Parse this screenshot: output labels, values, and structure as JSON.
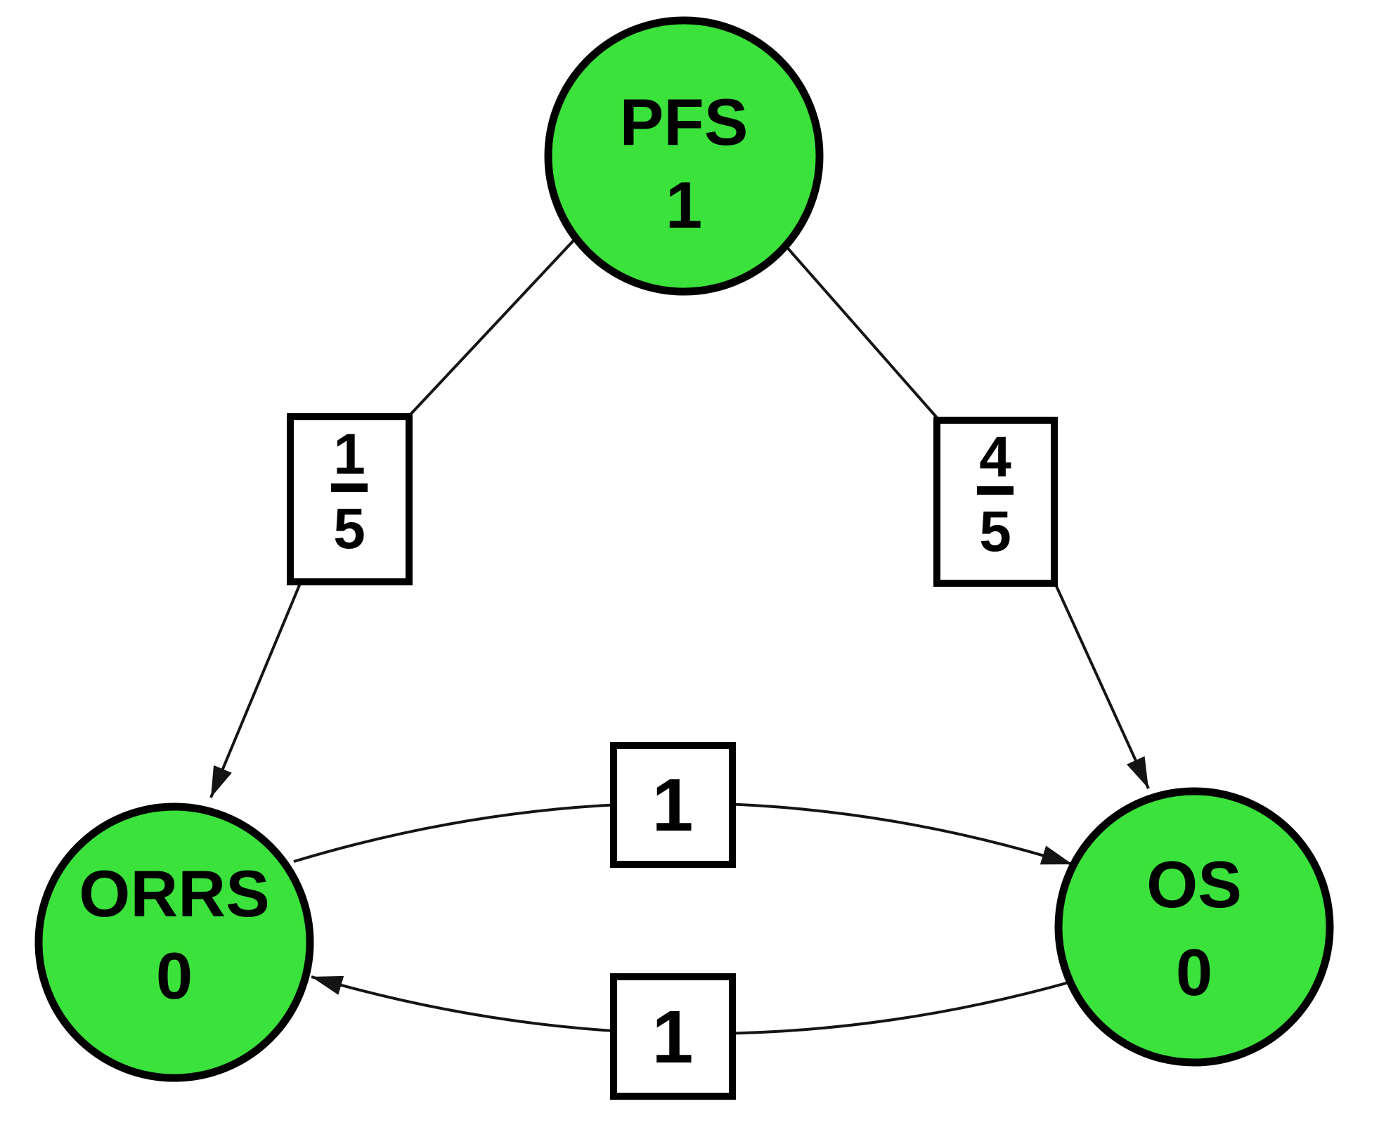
{
  "nodes": {
    "pfs": {
      "label": "PFS",
      "value": "1"
    },
    "orrs": {
      "label": "ORRS",
      "value": "0"
    },
    "os": {
      "label": "OS",
      "value": "0"
    }
  },
  "edges": {
    "pfs_orrs": {
      "from": "PFS",
      "to": "ORRS",
      "numerator": "1",
      "denominator": "5"
    },
    "pfs_os": {
      "from": "PFS",
      "to": "OS",
      "numerator": "4",
      "denominator": "5"
    },
    "orrs_os": {
      "from": "ORRS",
      "to": "OS",
      "label": "1"
    },
    "os_orrs": {
      "from": "OS",
      "to": "ORRS",
      "label": "1"
    }
  },
  "colors": {
    "node_fill": "#3be23b",
    "node_stroke": "#000000",
    "edge": "#141414",
    "box_fill": "#ffffff",
    "box_stroke": "#000000",
    "background": "#ffffff"
  }
}
